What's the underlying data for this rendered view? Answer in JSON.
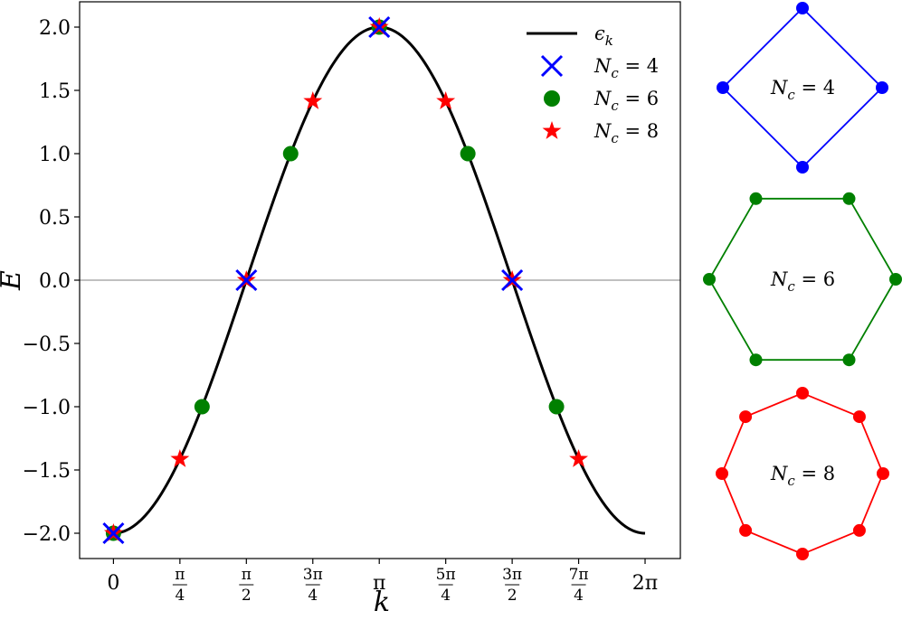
{
  "chart_data": {
    "type": "line",
    "xlabel": "k",
    "ylabel": "E",
    "xlim": [
      -0.4,
      6.7
    ],
    "ylim": [
      -2.2,
      2.2
    ],
    "x_tick_labels": [
      "0",
      "π/4",
      "π/2",
      "3π/4",
      "π",
      "5π/4",
      "3π/2",
      "7π/4",
      "2π"
    ],
    "y_tick_labels": [
      "2.0",
      "1.5",
      "1.0",
      "0.5",
      "0.0",
      "−0.5",
      "−1.0",
      "−1.5",
      "−2.0"
    ],
    "y_ticks": [
      2.0,
      1.5,
      1.0,
      0.5,
      0.0,
      -0.5,
      -1.0,
      -1.5,
      -2.0
    ],
    "reference_line_y": 0,
    "curve": {
      "name": "ϵ_k",
      "function": "-2cos(k)",
      "x_range": [
        0,
        6.2832
      ],
      "color": "#000000"
    },
    "series": [
      {
        "name": "N_c = 4",
        "marker": "x",
        "color": "#0000ff",
        "x": [
          0,
          1.5708,
          3.1416,
          4.7124
        ],
        "y": [
          -2.0,
          0.0,
          2.0,
          0.0
        ]
      },
      {
        "name": "N_c = 6",
        "marker": "circle",
        "color": "#008000",
        "x": [
          0,
          1.0472,
          2.0944,
          3.1416,
          4.1888,
          5.236
        ],
        "y": [
          -2.0,
          -1.0,
          1.0,
          2.0,
          1.0,
          -1.0
        ]
      },
      {
        "name": "N_c = 8",
        "marker": "star",
        "color": "#ff0000",
        "x": [
          0,
          0.7854,
          1.5708,
          2.3562,
          3.1416,
          3.927,
          4.7124,
          5.4978
        ],
        "y": [
          -2.0,
          -1.4142,
          0.0,
          1.4142,
          2.0,
          1.4142,
          0.0,
          -1.4142
        ]
      }
    ],
    "legend": {
      "position": "top-right",
      "entries": [
        {
          "symbol": "ϵ",
          "sub": "k"
        },
        {
          "symbol": "N",
          "sub": "c",
          "rest": " = 4"
        },
        {
          "symbol": "N",
          "sub": "c",
          "rest": " = 6"
        },
        {
          "symbol": "N",
          "sub": "c",
          "rest": " = 8"
        }
      ]
    }
  },
  "rings": [
    {
      "sites": 4,
      "color": "#0000ff",
      "label_symbol": "N",
      "label_sub": "c",
      "label_rest": " = 4"
    },
    {
      "sites": 6,
      "color": "#008000",
      "label_symbol": "N",
      "label_sub": "c",
      "label_rest": " = 6"
    },
    {
      "sites": 8,
      "color": "#ff0000",
      "label_symbol": "N",
      "label_sub": "c",
      "label_rest": " = 8"
    }
  ]
}
